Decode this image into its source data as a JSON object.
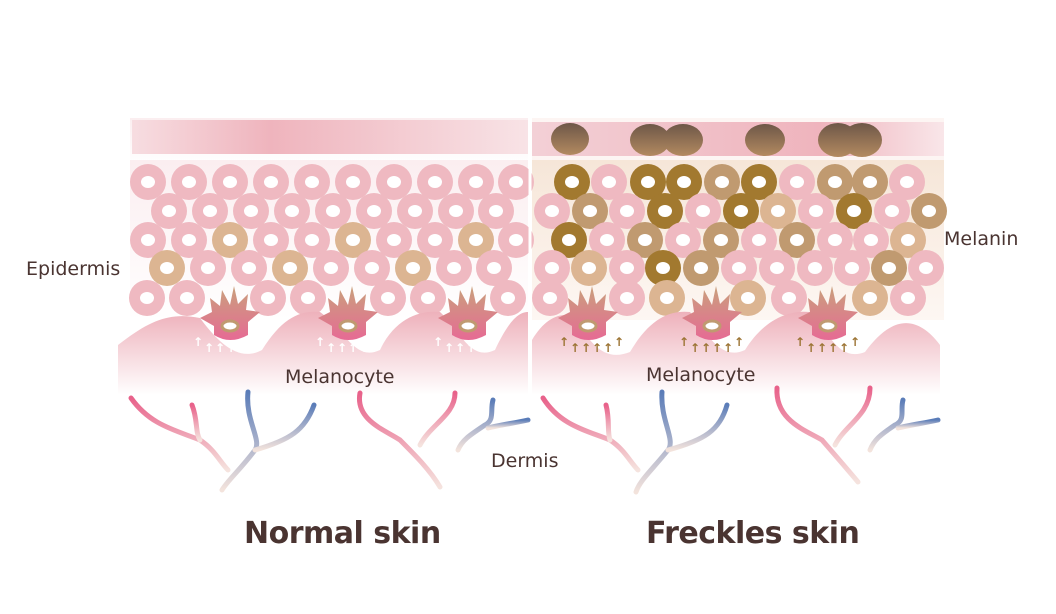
{
  "labels": {
    "epidermis": "Epidermis",
    "melanin": "Melanin",
    "melanocyte_left": "Melanocyte",
    "melanocyte_right": "Melanocyte",
    "dermis": "Dermis"
  },
  "panels": [
    {
      "title": "Normal skin",
      "variant": "normal",
      "arrow_color": "#ffffff"
    },
    {
      "title": "Freckles skin",
      "variant": "freckles",
      "arrow_color": "#9c7434"
    }
  ],
  "colors": {
    "pink_cell": "#efb9c1",
    "tan_cell": "#dcb592",
    "mid_brown_cell": "#c09a70",
    "dark_brown_cell": "#a2792f",
    "stratum_pink": "#eeb3bd",
    "melanin_dot": "#8a6040",
    "vessel_red": "#e8688f",
    "vessel_blue": "#5f7fb7",
    "text": "#4a3431"
  }
}
